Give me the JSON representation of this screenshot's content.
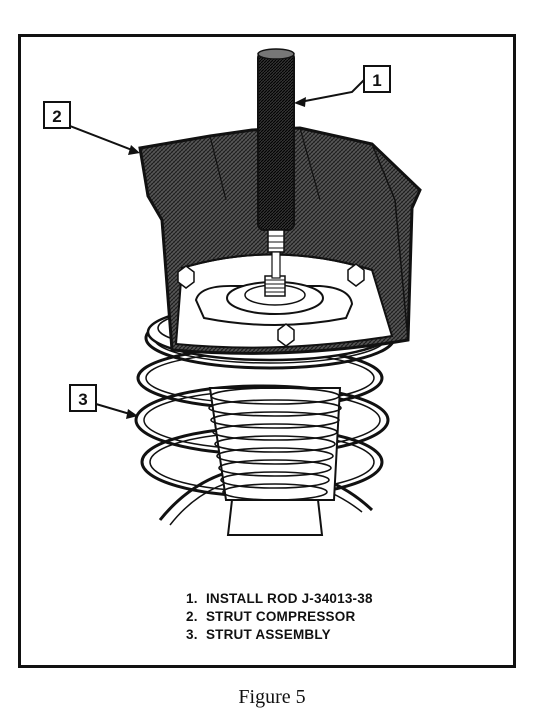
{
  "callouts": [
    {
      "label": "1"
    },
    {
      "label": "2"
    },
    {
      "label": "3"
    }
  ],
  "legend": [
    {
      "num": "1.",
      "text": "INSTALL ROD J-34013-38"
    },
    {
      "num": "2.",
      "text": "STRUT COMPRESSOR"
    },
    {
      "num": "3.",
      "text": "STRUT ASSEMBLY"
    }
  ],
  "caption": "Figure 5"
}
